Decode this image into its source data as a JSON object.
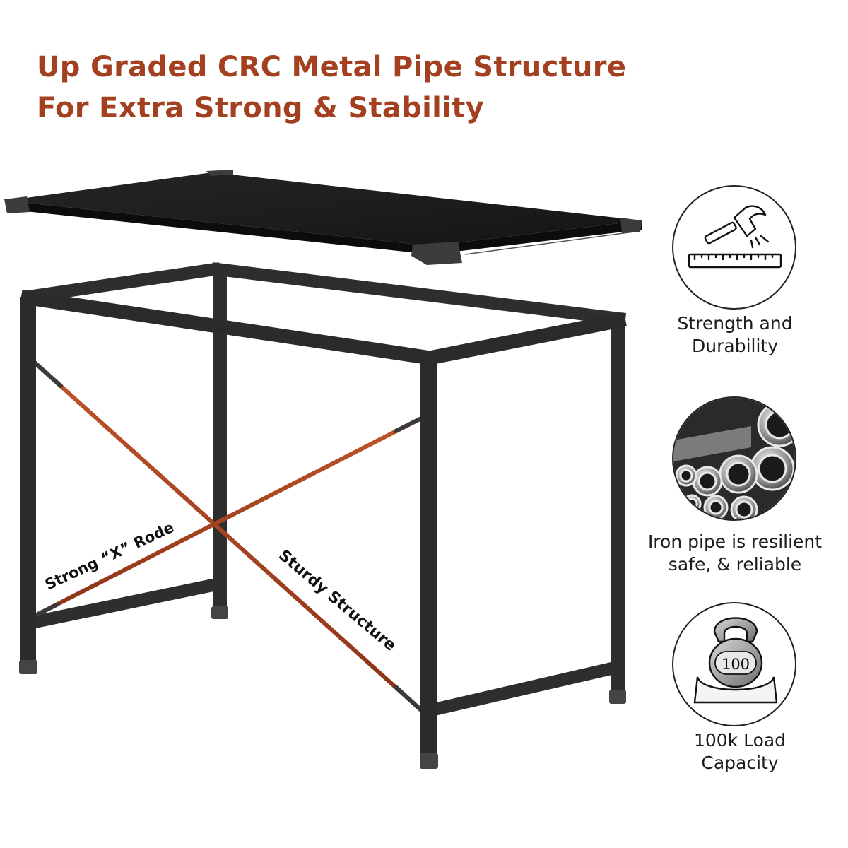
{
  "headline": {
    "line1": "Up Graded CRC Metal Pipe Structure",
    "line2": "For Extra Strong & Stability",
    "color": "#a3401f"
  },
  "annotations": {
    "x_rod": "Strong “X” Rode",
    "structure": "Sturdy Structure"
  },
  "features": [
    {
      "icon": "hammer-icon",
      "line1": "Strength and",
      "line2": "Durability"
    },
    {
      "icon": "metal-pipes-icon",
      "line1": "Iron pipe is resilient",
      "line2": "safe, & reliable"
    },
    {
      "icon": "kettlebell-icon",
      "weight": "100",
      "line1": "100k Load",
      "line2": "Capacity"
    }
  ],
  "colors": {
    "frame": "#2b2b2b",
    "tabletop": "#1a1a1a",
    "rod": "#a3421f",
    "text": "#1c1c1c"
  }
}
